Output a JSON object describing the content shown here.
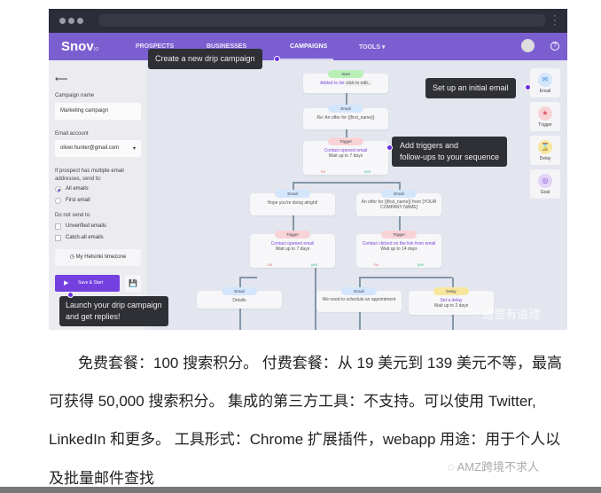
{
  "app": {
    "logo": "Snov",
    "logo_suffix": "io",
    "nav": [
      "PROSPECTS",
      "BUSINESSES",
      "CAMPAIGNS",
      "TOOLS ▾"
    ]
  },
  "sidebar": {
    "back": "⟵",
    "campaign_name_label": "Campaign name",
    "campaign_name": "Marketing campaign",
    "email_account_label": "Email account",
    "email_account": "oliver.hunter@gmail.com",
    "multi_label_1": "If prospect has multiple email",
    "multi_label_2": "addresses, send to:",
    "radio": [
      "All emails",
      "First email"
    ],
    "dont_send": "Do not send to:",
    "checks": [
      "Unverified emails",
      "Catch-all emails"
    ],
    "timezone": "My Helsinki timezone",
    "save_start": "Save & Start"
  },
  "flow": {
    "start": {
      "badge": "Start",
      "text": "Added to list",
      "edit": "click to edit..."
    },
    "email1": {
      "badge": "Email",
      "text": "Re: An offer for {{first_name}}"
    },
    "trigger1": {
      "badge": "Trigger",
      "text": "Contact opened email",
      "wait": "Wait up to 7 days"
    },
    "email_left": {
      "badge": "Email",
      "text": "Hope you're doing alright!"
    },
    "email_right": {
      "badge": "Email",
      "text": "An offer for {{first_name}} from [YOUR COMPANY NAME]"
    },
    "trigger_left": {
      "badge": "Trigger",
      "text": "Contact opened email",
      "wait": "Wait up to 7 days"
    },
    "trigger_right": {
      "badge": "Trigger",
      "text": "Contact clicked on the link from email",
      "wait": "Wait up to 14 days"
    },
    "email_bl": {
      "badge": "Email",
      "text": "Details"
    },
    "email_bm": {
      "badge": "Email",
      "text": "We need to schedule an appointment"
    },
    "delay": {
      "badge": "Delay",
      "text": "Set a delay",
      "wait": "Wait up to 2 days"
    },
    "yes": "yes",
    "no": "no"
  },
  "toolbar": [
    "Email",
    "Trigger",
    "Delay",
    "Goal"
  ],
  "tips": {
    "create": "Create a new drip campaign",
    "initial": "Set up an initial email",
    "triggers_1": "Add triggers and",
    "triggers_2": "follow-ups to your sequence",
    "launch_1": "Launch your drip campaign",
    "launch_2": "and get replies!"
  },
  "watermark_img": "运营有道理",
  "article": {
    "lines": [
      "免费套餐：100 搜索积分。 付费套餐：从 19 美元到 139 美元不等，最高",
      "可获得 50,000 搜索积分。 集成的第三方工具：不支持。可以使用 Twitter,",
      "LinkedIn 和更多。 工具形式：Chrome 扩展插件，webapp 用途：用于个人以",
      "及批量邮件查找"
    ]
  },
  "watermark_page": "AMZ跨境不求人"
}
